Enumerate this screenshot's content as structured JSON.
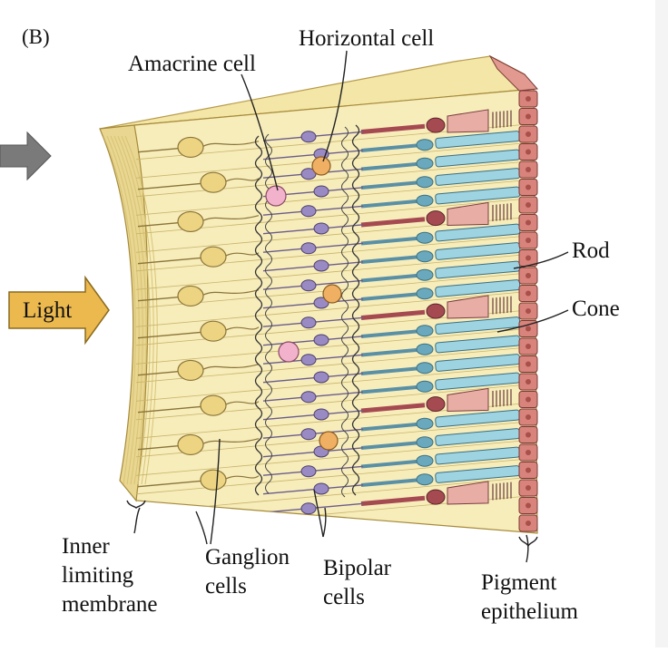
{
  "panel_label": "(B)",
  "labels": {
    "amacrine": "Amacrine cell",
    "horizontal": "Horizontal cell",
    "rod": "Rod",
    "cone": "Cone",
    "light": "Light",
    "inner_limiting_1": "Inner",
    "inner_limiting_2": "limiting",
    "inner_limiting_3": "membrane",
    "ganglion_1": "Ganglion",
    "ganglion_2": "cells",
    "bipolar_1": "Bipolar",
    "bipolar_2": "cells",
    "pigment_1": "Pigment",
    "pigment_2": "epithelium"
  },
  "colors": {
    "tissue": "#f7edbb",
    "tissue_edge": "#d8c476",
    "ganglion": "#ecd483",
    "bipolar": "#9a8ac4",
    "amacrine": "#f2b2cc",
    "horizontal": "#efb063",
    "rod": "#9ed3e1",
    "cone": "#e8aea6",
    "cone_dark": "#a64a52",
    "pigment": "#d8847c",
    "light_arrow": "#ecb94e",
    "gray_arrow": "#7a7a7a"
  }
}
